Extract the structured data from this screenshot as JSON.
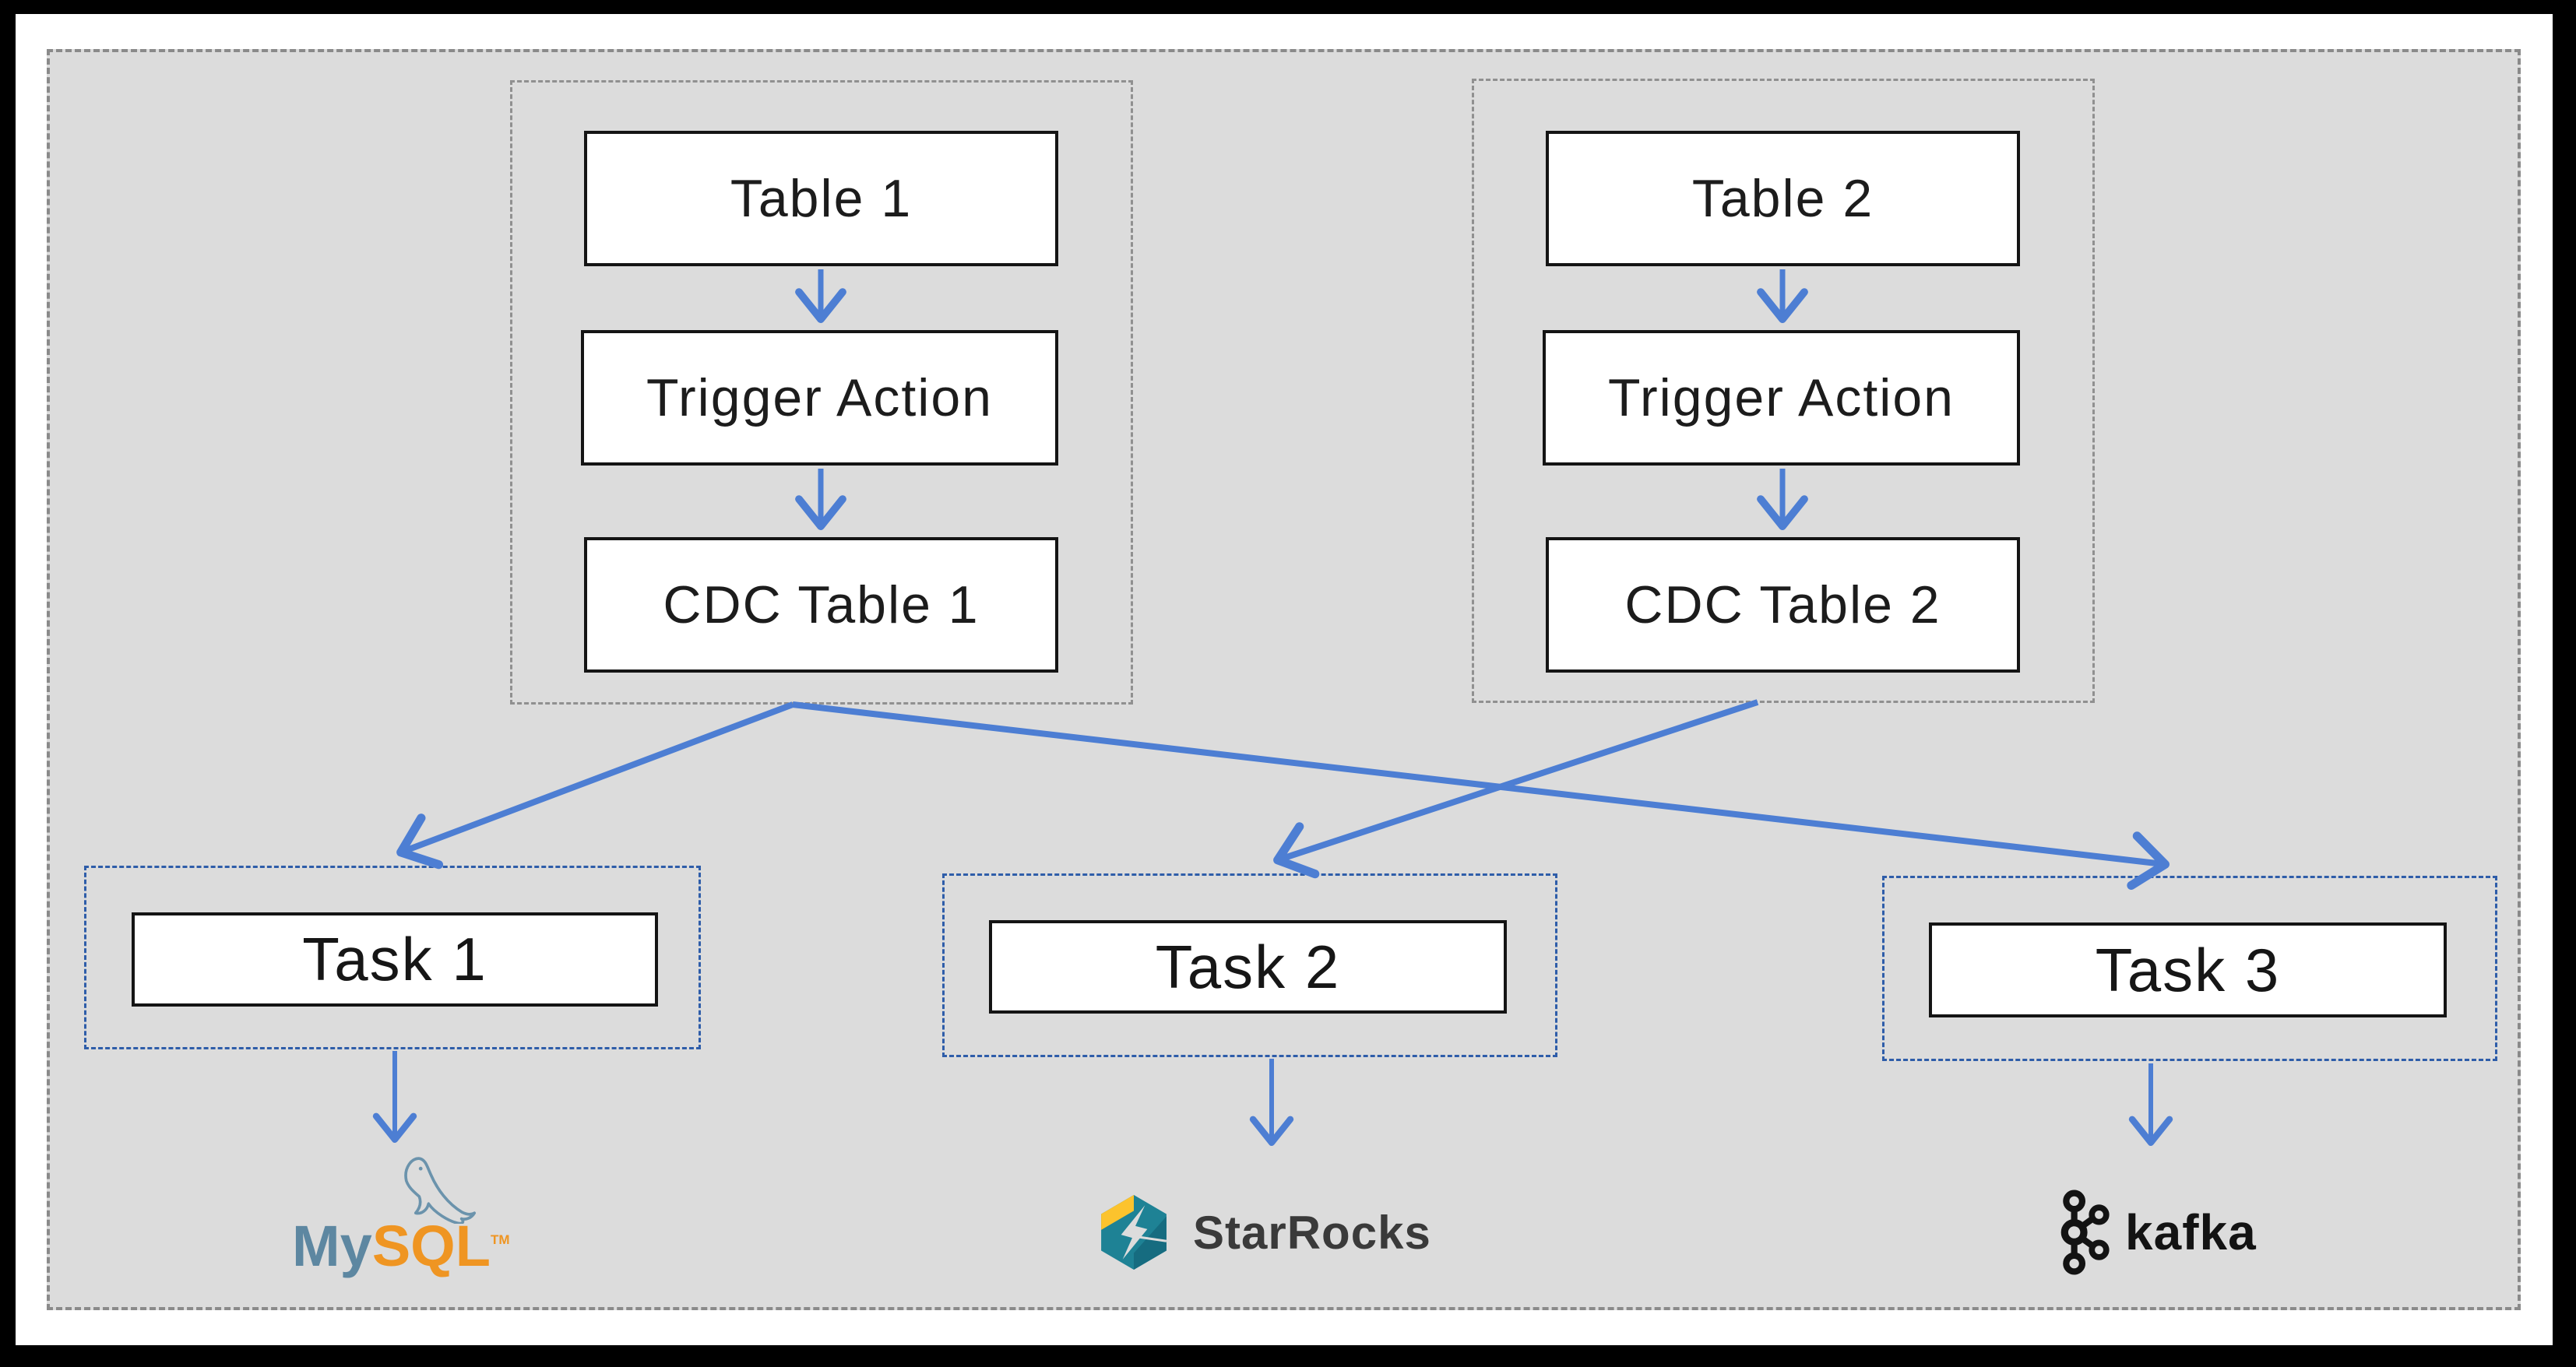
{
  "diagram_title": "",
  "groups": [
    {
      "name": "source-group-1",
      "nodes": [
        "Table 1",
        "Trigger Action",
        "CDC Table 1"
      ]
    },
    {
      "name": "source-group-2",
      "nodes": [
        "Table 2",
        "Trigger Action",
        "CDC Table 2"
      ]
    }
  ],
  "tasks": [
    "Task 1",
    "Task 2",
    "Task 3"
  ],
  "sinks": [
    {
      "name": "MySQL",
      "wordmark_prefix": "My",
      "wordmark_suffix": "SQL",
      "trademark": "TM"
    },
    {
      "name": "StarRocks",
      "label": "StarRocks"
    },
    {
      "name": "Kafka",
      "label": "kafka"
    }
  ],
  "connections": [
    {
      "from": "Table 1",
      "to": "Trigger Action (group 1)"
    },
    {
      "from": "Trigger Action (group 1)",
      "to": "CDC Table 1"
    },
    {
      "from": "Table 2",
      "to": "Trigger Action (group 2)"
    },
    {
      "from": "Trigger Action (group 2)",
      "to": "CDC Table 2"
    },
    {
      "from": "source-group-1",
      "to": "Task 1"
    },
    {
      "from": "source-group-1",
      "to": "Task 3"
    },
    {
      "from": "source-group-2",
      "to": "Task 2"
    },
    {
      "from": "Task 1",
      "to": "MySQL"
    },
    {
      "from": "Task 2",
      "to": "StarRocks"
    },
    {
      "from": "Task 3",
      "to": "Kafka"
    }
  ],
  "colors": {
    "panel_background": "#dcdcdc",
    "outer_dash_gray": "#8a8a8a",
    "group_dash_gray": "#909090",
    "task_dash_blue": "#2e5da9",
    "arrow_blue": "#4d7ed3",
    "node_border": "#141414",
    "mysql_blue": "#5d87a1",
    "mysql_orange": "#ef9522",
    "starrocks_teal": "#1e8295",
    "starrocks_teal_dark": "#166c80",
    "starrocks_yellow": "#fcc32d",
    "starrocks_text": "#3a3a3a",
    "kafka_black": "#131313"
  }
}
